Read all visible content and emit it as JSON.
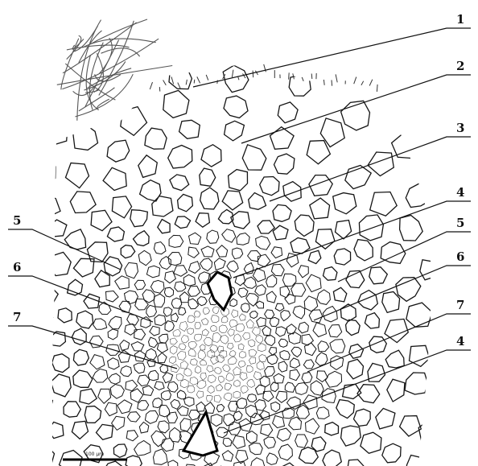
{
  "figure": {
    "labels": [
      "1",
      "2",
      "3",
      "4",
      "5",
      "6",
      "7",
      "5",
      "6",
      "7",
      "4"
    ],
    "scale_bar": {
      "text": "100 µm"
    },
    "colors": {
      "line": "#151515",
      "background": "#ffffff"
    }
  }
}
